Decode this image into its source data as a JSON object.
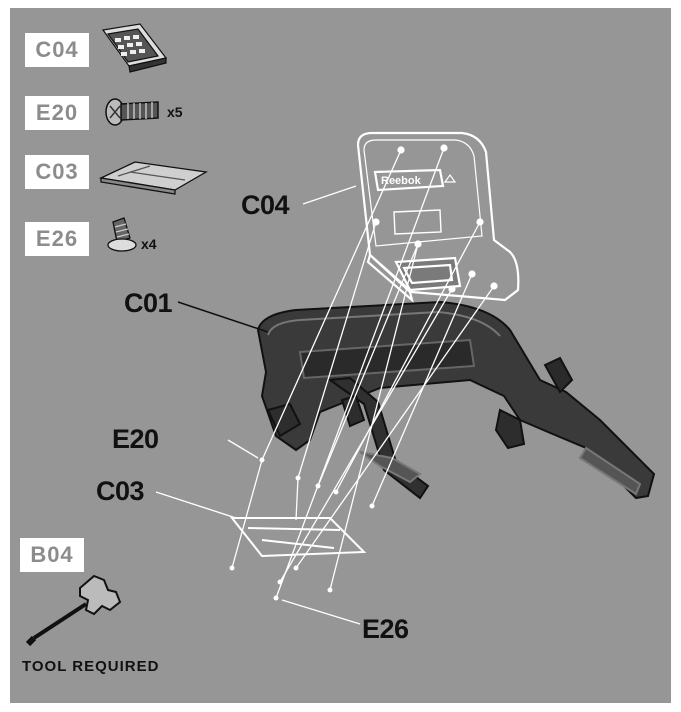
{
  "parts_legend": [
    {
      "code": "C04",
      "qty": ""
    },
    {
      "code": "E20",
      "qty": "x5"
    },
    {
      "code": "C03",
      "qty": ""
    },
    {
      "code": "E26",
      "qty": "x4"
    }
  ],
  "tool": {
    "code": "B04",
    "label": "TOOL REQUIRED"
  },
  "callouts": {
    "console": "C04",
    "frame": "C01",
    "screw_large": "E20",
    "cover": "C03",
    "screw_small": "E26"
  },
  "console_brand": "Reebok",
  "colors": {
    "panel": "#969696",
    "line": "#ffffff",
    "ink": "#111111",
    "label_box": "#ffffff",
    "label_text": "#8c8c8c"
  }
}
